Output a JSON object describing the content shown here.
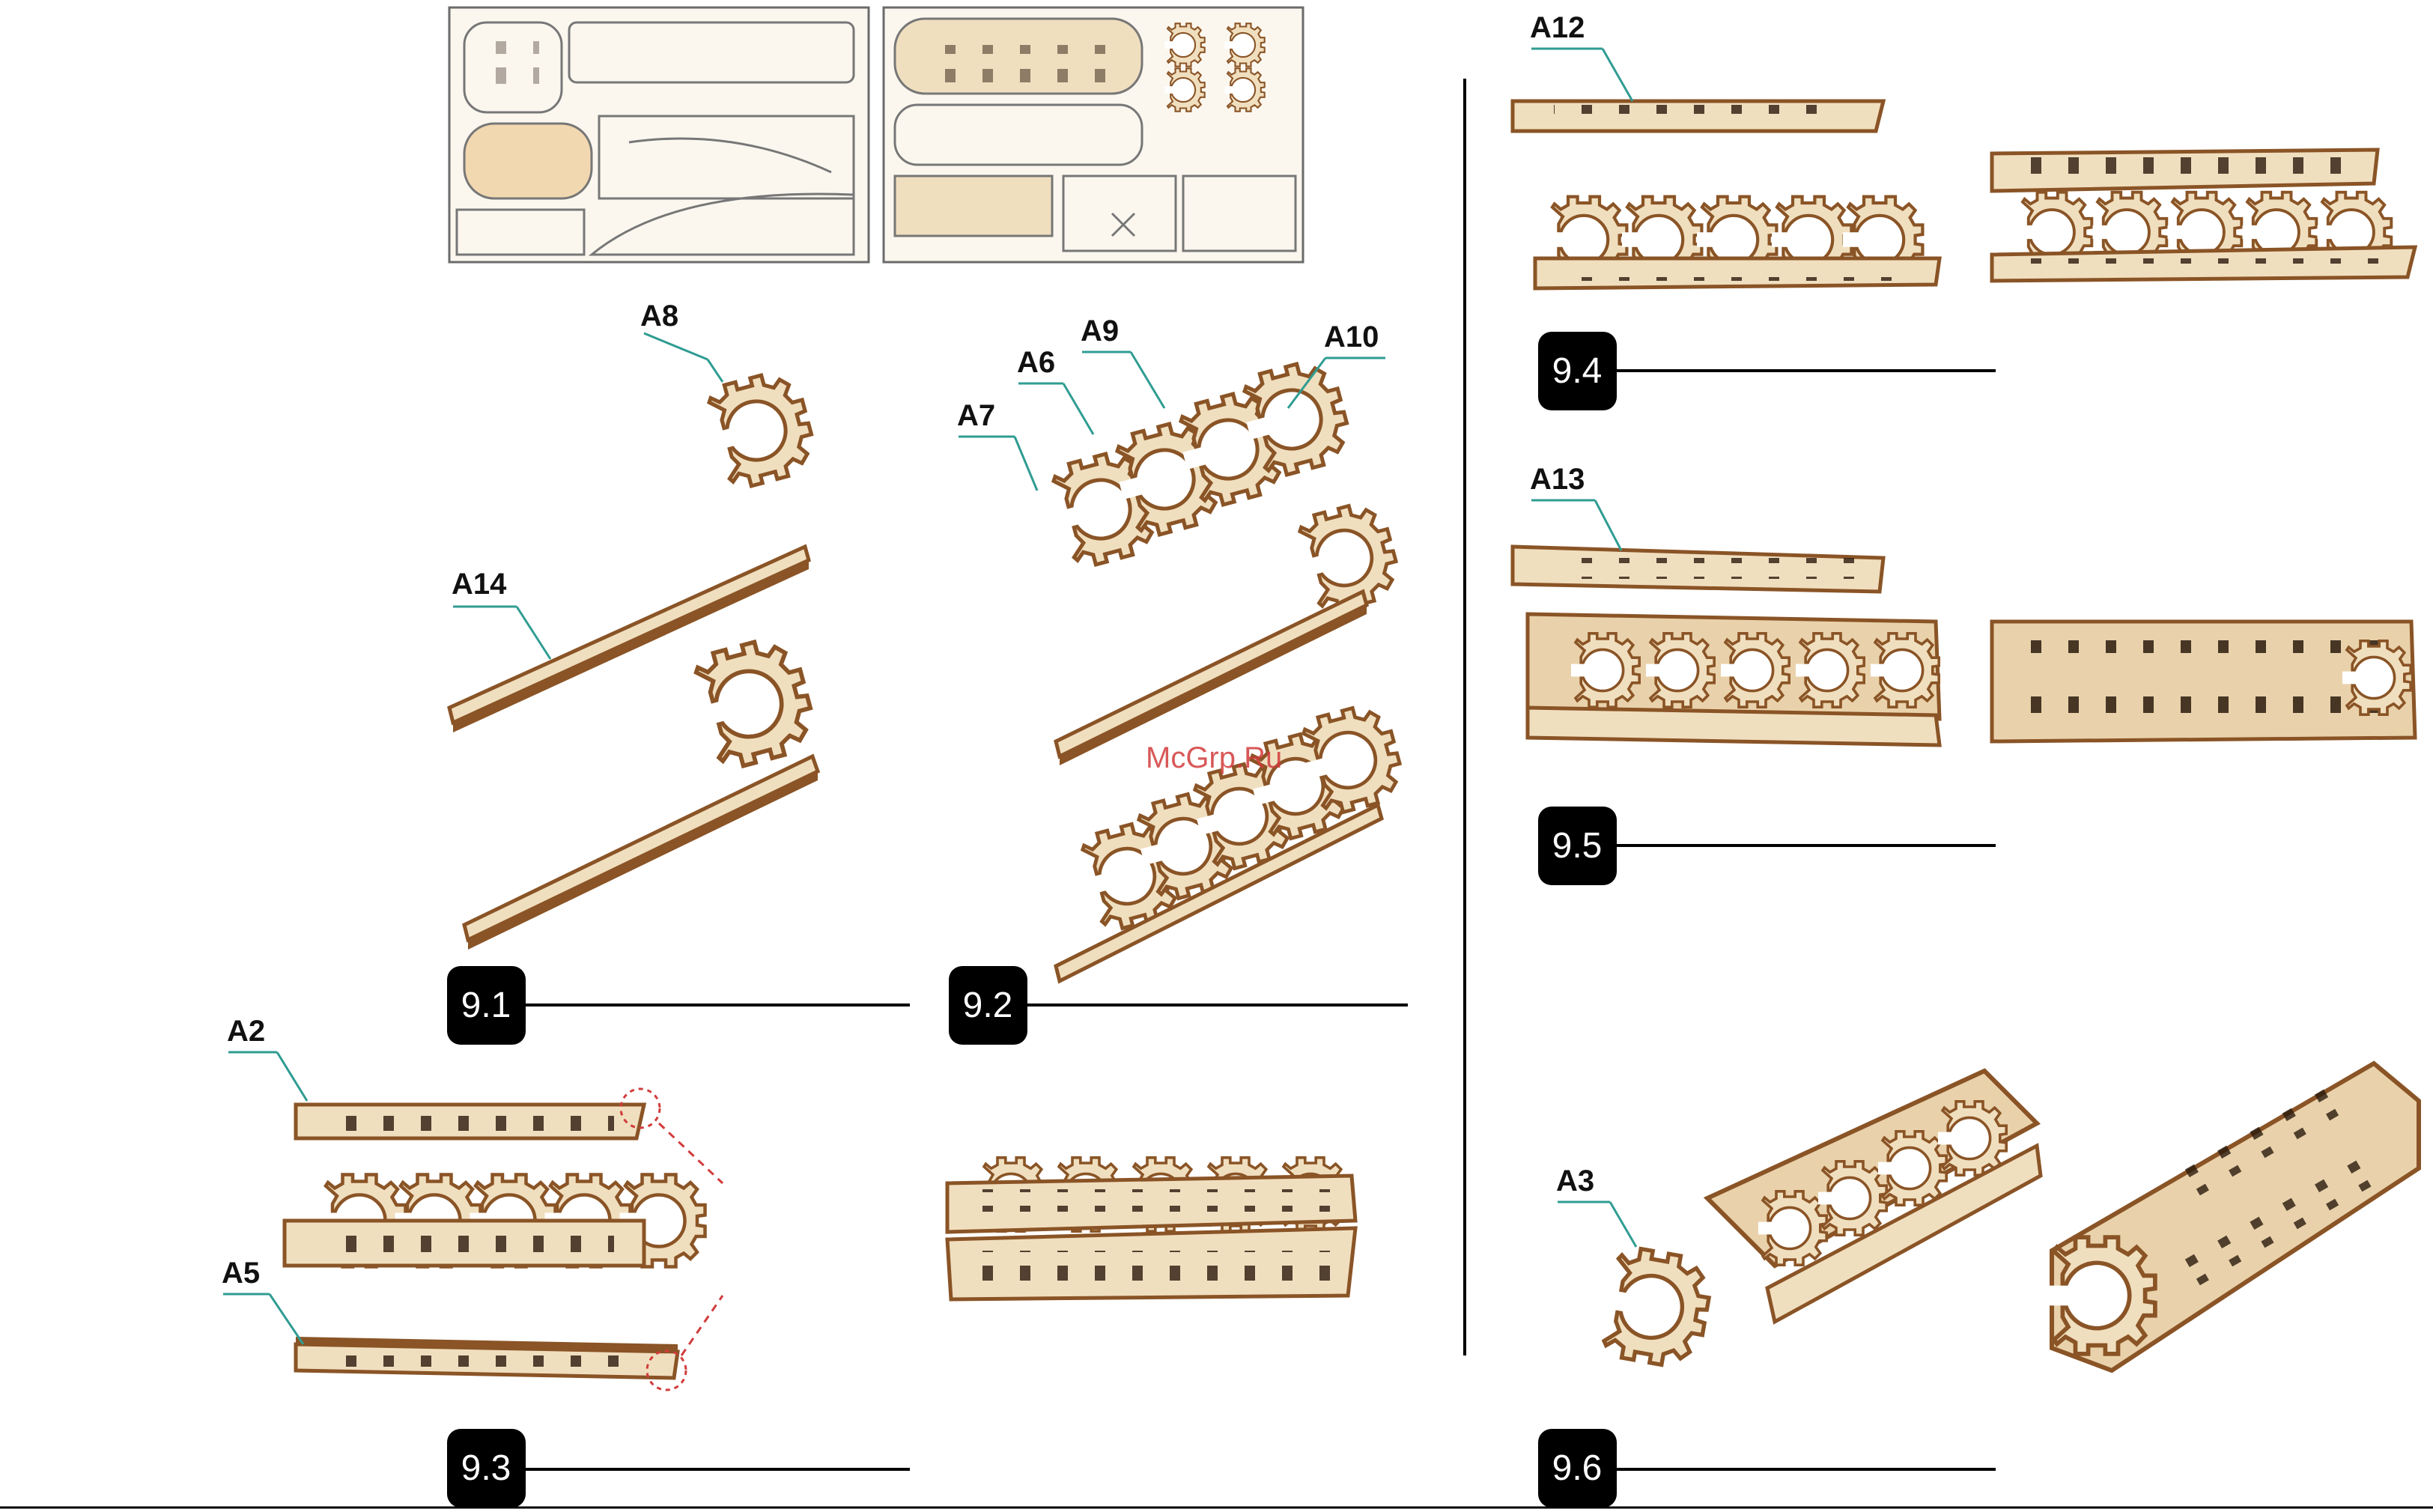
{
  "watermark": "McGrp.Ru",
  "colors": {
    "wood_light": "#f0dfbf",
    "wood_mid": "#e2c89c",
    "wood_edge": "#8a5426",
    "callout_teal": "#2f9c92",
    "step_badge": "#000000",
    "guide_red": "#d23b3b"
  },
  "parts": {
    "A2": "A2",
    "A3": "A3",
    "A5": "A5",
    "A6": "A6",
    "A7": "A7",
    "A8": "A8",
    "A9": "A9",
    "A10": "A10",
    "A12": "A12",
    "A13": "A13",
    "A14": "A14"
  },
  "steps": {
    "s91": "9.1",
    "s92": "9.2",
    "s93": "9.3",
    "s94": "9.4",
    "s95": "9.5",
    "s96": "9.6"
  }
}
